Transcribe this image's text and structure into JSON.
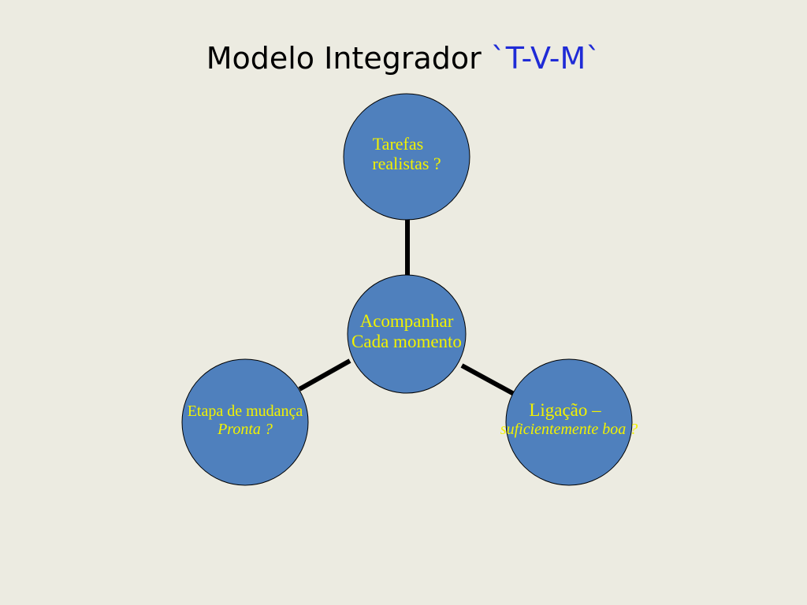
{
  "title": {
    "main": "Modelo Integrador ",
    "accent": "`T-V-M`"
  },
  "colors": {
    "background": "#ecebe1",
    "node_fill": "#4f80bd",
    "node_text": "#f2f200",
    "title_accent": "#1f2bd6",
    "connector": "#000000"
  },
  "nodes": {
    "top": {
      "line1": "Tarefas",
      "line2": "realistas ?"
    },
    "center": {
      "line1": "Acompanhar",
      "line2": "Cada momento"
    },
    "left": {
      "line1": "Etapa de mudança",
      "line2": "Pronta ?"
    },
    "right": {
      "line1": "Ligação –",
      "line2": "suficientemente boa ?"
    }
  }
}
